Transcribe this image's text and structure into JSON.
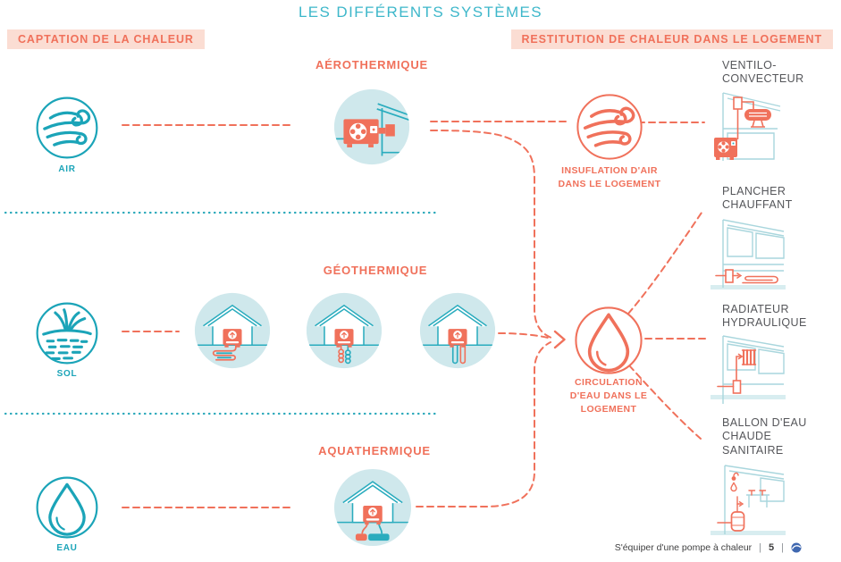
{
  "title": "LES DIFFÉRENTS SYSTÈMES",
  "headers": {
    "capture": "CAPTATION DE LA CHALEUR",
    "restitution": "RESTITUTION DE CHALEUR DANS LE LOGEMENT"
  },
  "colors": {
    "teal": "#1ba4b8",
    "teal_title": "#3db7ca",
    "circle_fill": "#cfe8ec",
    "coral": "#f0715b",
    "coral_badge_bg": "#fbddd3",
    "gray_text": "#55565a",
    "light_teal_illustration": "#a9d6dd"
  },
  "sources": [
    {
      "id": "air",
      "label": "AIR",
      "icon": "wind-icon"
    },
    {
      "id": "sol",
      "label": "SOL",
      "icon": "soil-icon"
    },
    {
      "id": "eau",
      "label": "EAU",
      "icon": "water-drop-icon"
    }
  ],
  "systems": [
    {
      "id": "aerothermique",
      "label": "AÉROTHERMIQUE",
      "icon": "outdoor-heat-pump-unit-icon"
    },
    {
      "id": "geothermique",
      "label": "GÉOTHERMIQUE",
      "icons": [
        "house-horizontal-loop-icon",
        "house-coil-loop-icon",
        "house-vertical-probe-icon"
      ]
    },
    {
      "id": "aquathermique",
      "label": "AQUATHERMIQUE",
      "icon": "house-water-source-icon"
    }
  ],
  "distribution": [
    {
      "id": "insuflation",
      "label": "INSUFLATION D'AIR\nDANS LE LOGEMENT",
      "icon": "wind-icon"
    },
    {
      "id": "circulation",
      "label": "CIRCULATION\nD'EAU DANS LE\nLOGEMENT",
      "icon": "water-drop-icon"
    }
  ],
  "emitters": [
    {
      "id": "ventilo",
      "label": "VENTILO-\nCONVECTEUR",
      "icon": "fan-coil-unit-icon"
    },
    {
      "id": "plancher",
      "label": "PLANCHER\nCHAUFFANT",
      "icon": "heated-floor-icon"
    },
    {
      "id": "radiateur",
      "label": "RADIATEUR\nHYDRAULIQUE",
      "icon": "radiator-icon"
    },
    {
      "id": "ballon",
      "label": "BALLON D'EAU\nCHAUDE\nSANITAIRE",
      "icon": "hot-water-tank-icon"
    }
  ],
  "footer": {
    "text": "S'équiper d'une pompe à chaleur",
    "separator": "|",
    "page": "5",
    "logo": "ademe-logo-icon"
  }
}
